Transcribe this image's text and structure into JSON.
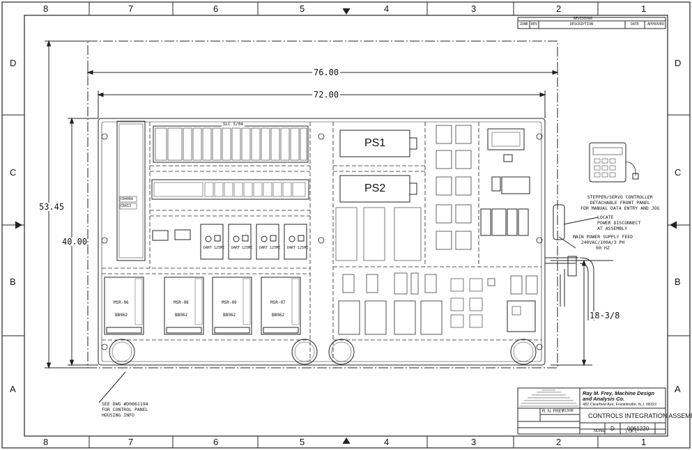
{
  "border": {
    "columns": [
      "8",
      "7",
      "6",
      "5",
      "4",
      "3",
      "2",
      "1"
    ],
    "rows": [
      "D",
      "C",
      "B",
      "A"
    ]
  },
  "dimensions": {
    "overall_width": "76.00",
    "inner_width": "72.00",
    "overall_height": "53.45",
    "inner_height": "40.00",
    "lower_section_height": "18-3/8"
  },
  "revisions": {
    "title": "REVISIONS",
    "columns": [
      "ZONE",
      "REV",
      "DESCRIPTION",
      "DATE",
      "APPROVED"
    ]
  },
  "panel": {
    "plc_label": "SLC 5/04",
    "power_supplies": [
      "PS1",
      "PS2"
    ],
    "motor_drivers": [
      "MSR-06",
      "MSR-08",
      "MSR-09",
      "MSR-07"
    ],
    "driver_part_numbers": [
      "BB962",
      "BB962",
      "BB962",
      "BB962"
    ],
    "drive_units": [
      "DART 125ME",
      "DART 125ME",
      "DART 125ME",
      "DART 125ME"
    ],
    "vertical_module_tags": [
      "CR406A",
      "CR413"
    ]
  },
  "notes": {
    "controller": "STEPPER/SERVO CONTROLLER\nDETACHABLE FRONT PANEL\nFOR MANUAL DATA ENTRY AND JOG",
    "disconnect": "LOCATE\nPOWER DISCONNECT\nAT ASSEMBLY",
    "power_feed": "MAIN POWER SUPPLY FEED\n240VAC/100A/3 PH\n60 HZ",
    "see_dwg": "SEE DWG #D0061194\nFOR CONTROL PANEL\nHOUSING INFO"
  },
  "title_block": {
    "company": "Ray M. Frey, Machine Design and Analysis Co.",
    "address": "482 Clearfield Ave, Franklinville, N.J. 08322",
    "drawn_by": "R. N. FREY",
    "date": "9/13/98",
    "title": "CONTROLS INTEGRATION ASSEMBLY",
    "size": "D",
    "drawing_number": "0061220",
    "scale": "NONE",
    "sheet": "1 OF 1"
  }
}
